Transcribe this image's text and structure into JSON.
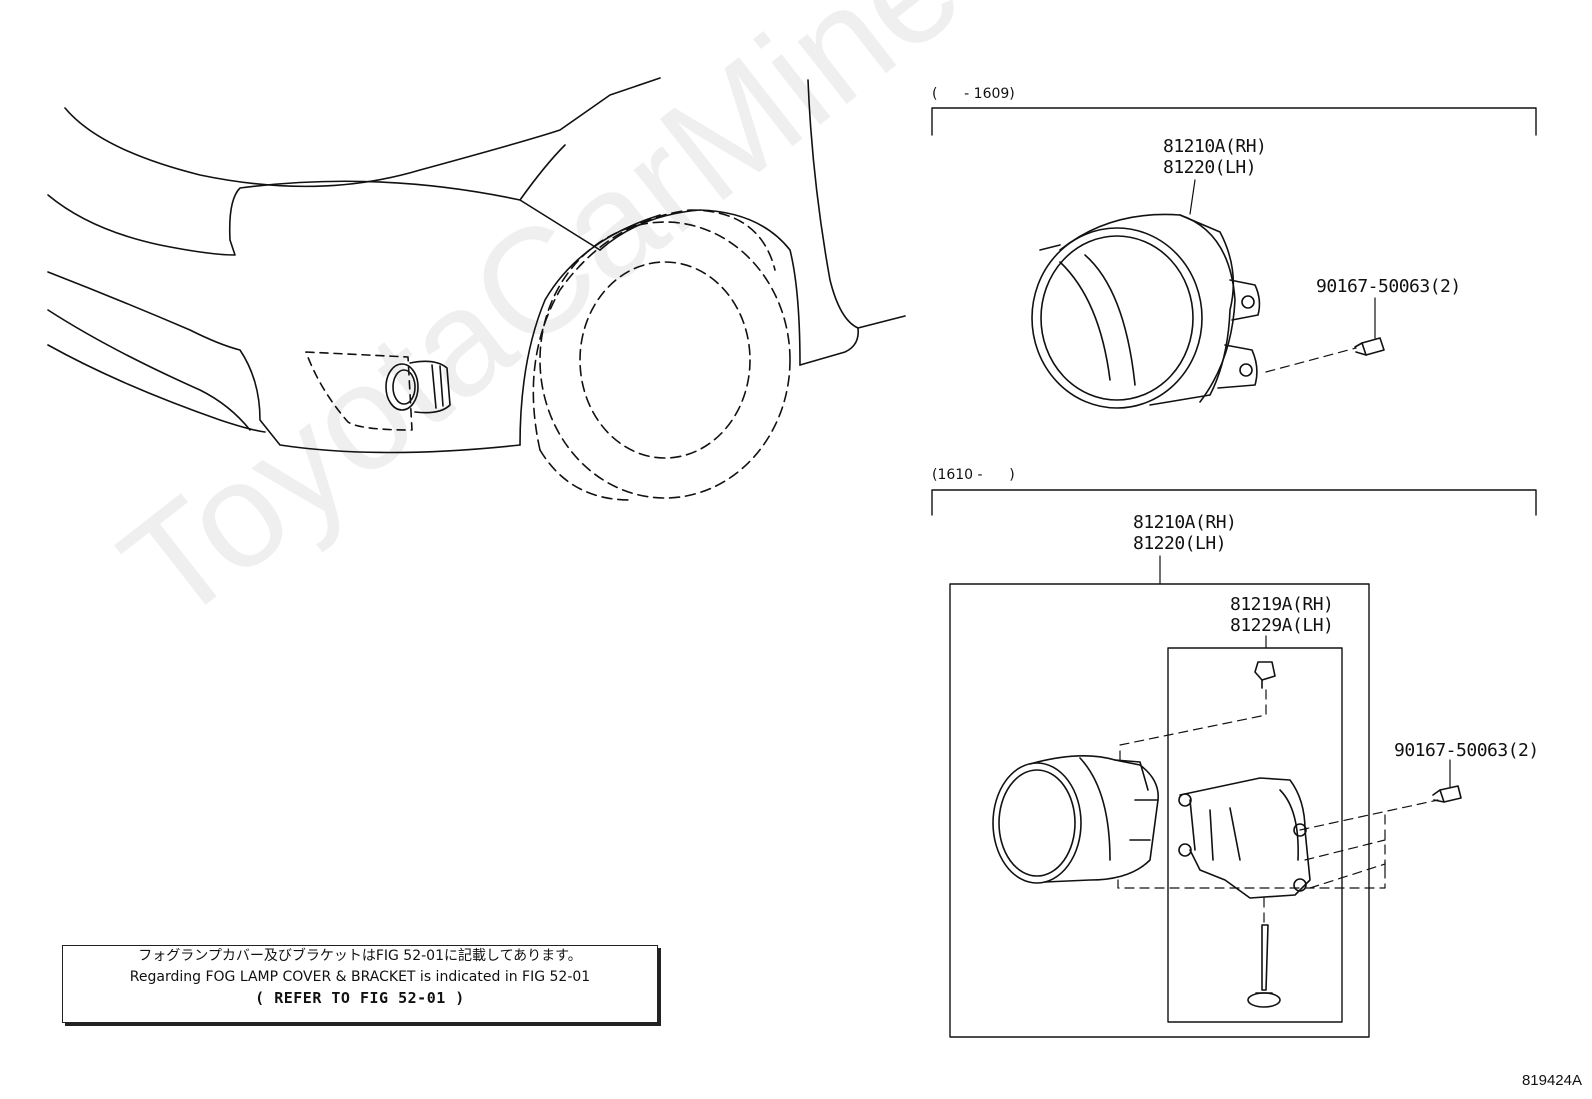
{
  "watermark": "ToyotaCarMine.ru",
  "diagram_id": "819424A",
  "sections": {
    "early": {
      "period": "(      - 1609)",
      "callouts": {
        "lamp_rh": "81210A(RH)",
        "lamp_lh": "81220(LH)",
        "screw": "90167-50063(2)"
      }
    },
    "late": {
      "period": "(1610 -      )",
      "callouts": {
        "lamp_rh": "81210A(RH)",
        "lamp_lh": "81220(LH)",
        "bracket_rh": "81219A(RH)",
        "bracket_lh": "81229A(LH)",
        "screw": "90167-50063(2)"
      }
    }
  },
  "note": {
    "line_jp": "フォグランプカバー及びブラケットはFIG 52-01に記載してあります。",
    "line_en": "Regarding FOG LAMP COVER & BRACKET is indicated in FIG 52-01",
    "line_ref": "(  REFER TO FIG 52-01  )"
  }
}
